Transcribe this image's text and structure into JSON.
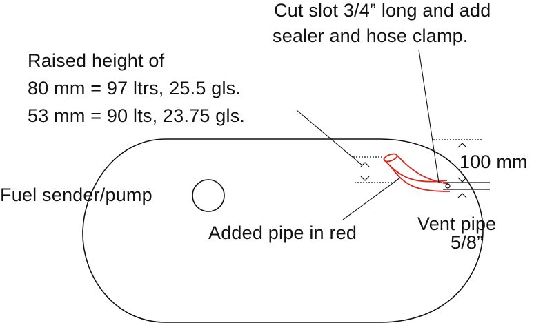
{
  "diagram": {
    "colors": {
      "outline": "#111111",
      "pipe": "#d8261f",
      "background": "#ffffff"
    },
    "labels": {
      "cut_slot": "Cut slot 3/4” long and add",
      "cut_slot_2": "sealer and hose clamp.",
      "raised_height": "Raised height of",
      "raised_80": "80 mm = 97 ltrs, 25.5 gls.",
      "raised_53": "53 mm = 90 lts, 23.75 gls.",
      "dim_100": "100 mm",
      "fuel_sender": "Fuel sender/pump",
      "added_pipe": "Added pipe in red",
      "vent_pipe": "Vent pipe",
      "vent_size": "5/8”"
    }
  }
}
